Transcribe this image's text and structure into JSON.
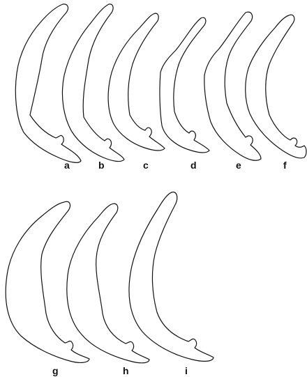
{
  "figure": {
    "panels": [
      {
        "id": "a",
        "label": "a"
      },
      {
        "id": "b",
        "label": "b"
      },
      {
        "id": "c",
        "label": "c"
      },
      {
        "id": "d",
        "label": "d"
      },
      {
        "id": "e",
        "label": "e"
      },
      {
        "id": "f",
        "label": "f"
      },
      {
        "id": "g",
        "label": "g"
      },
      {
        "id": "h",
        "label": "h"
      },
      {
        "id": "i",
        "label": "i"
      }
    ],
    "colors": {
      "stroke": "#111111",
      "background": "#ffffff"
    }
  }
}
